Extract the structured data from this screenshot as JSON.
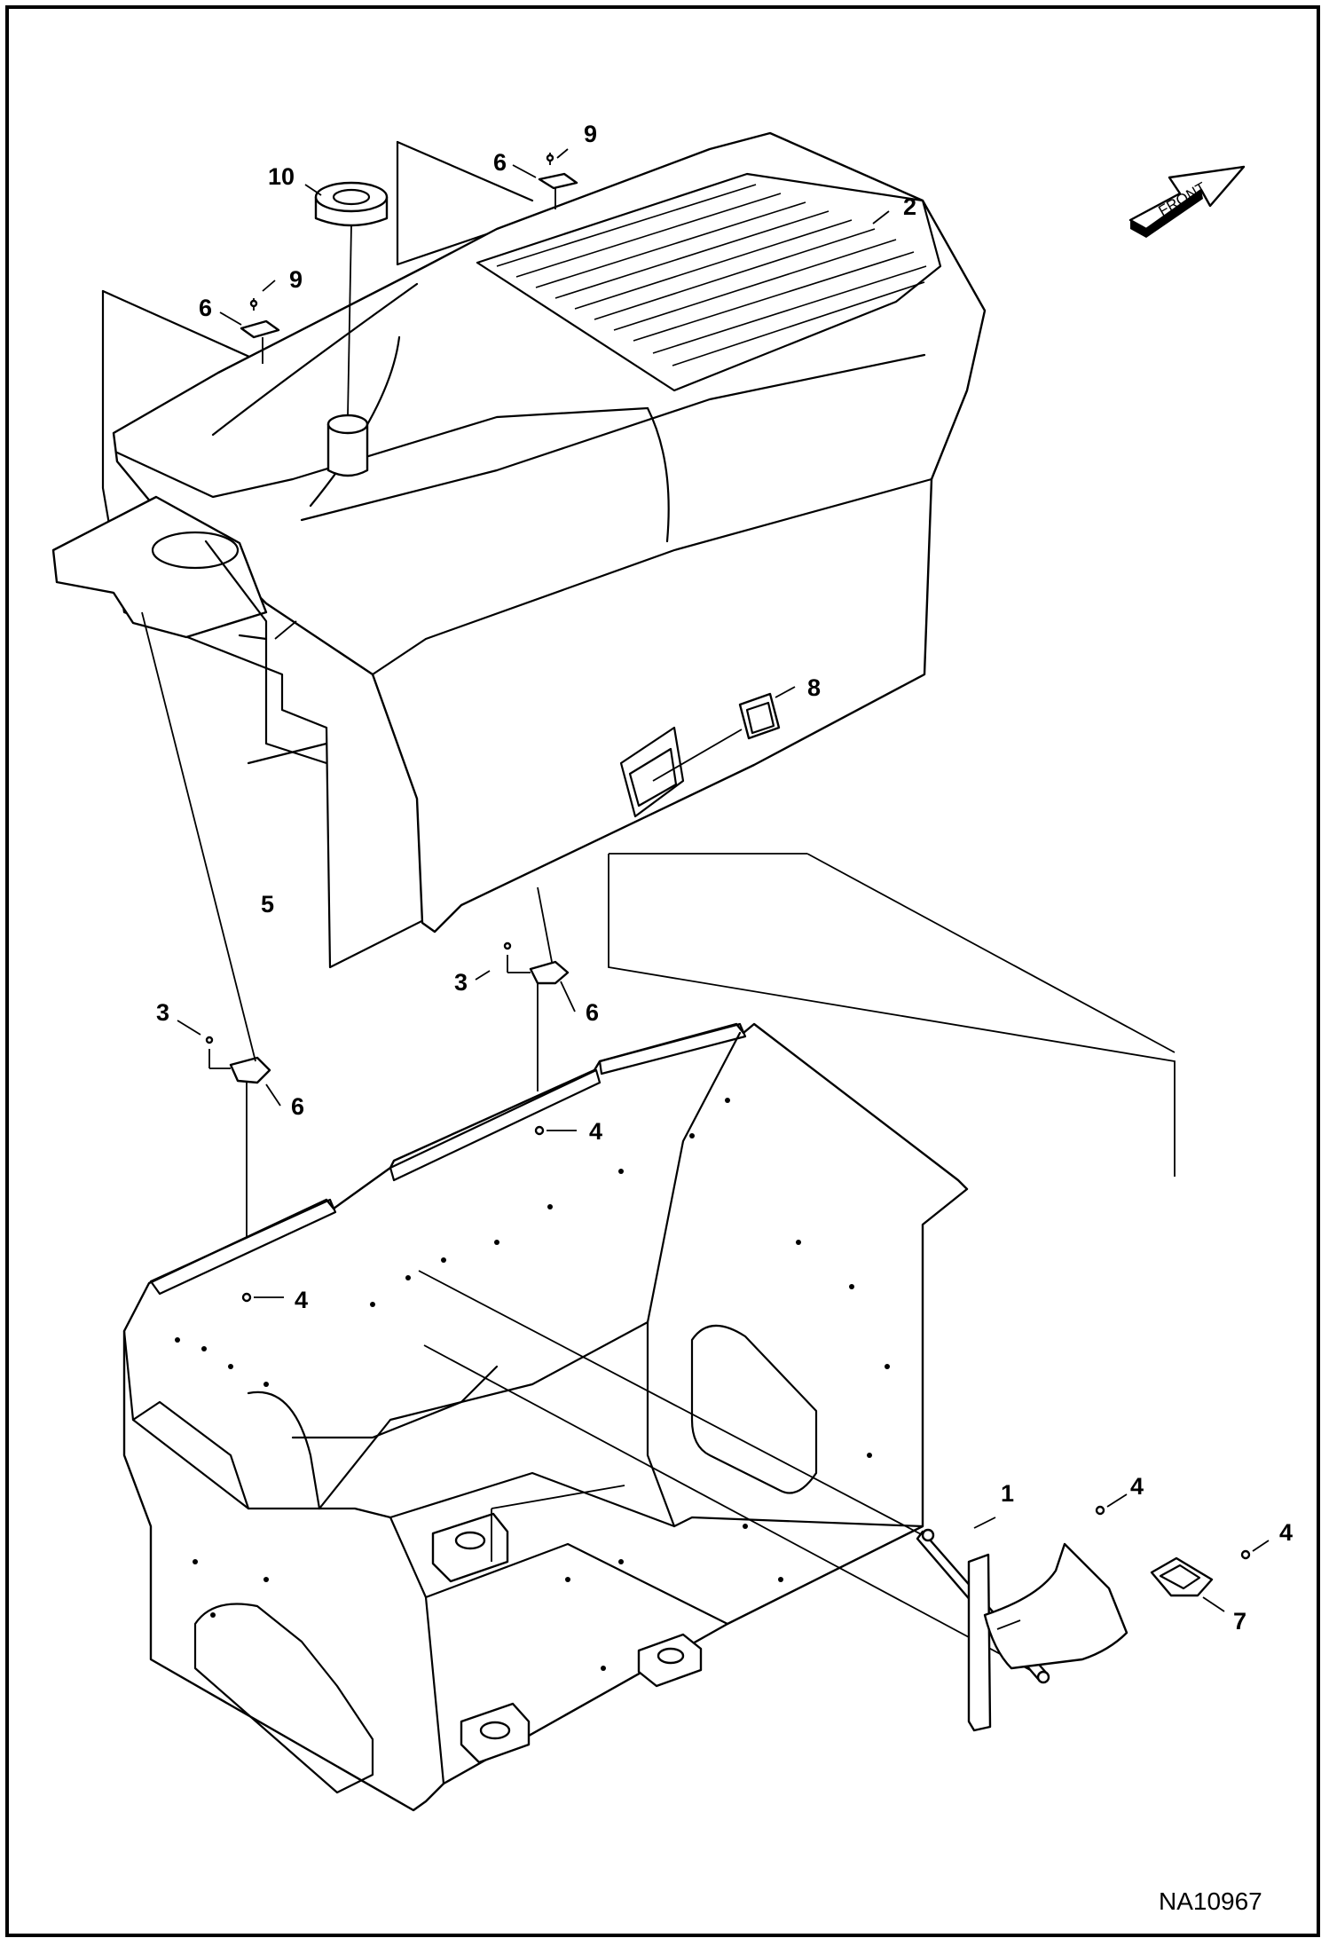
{
  "callouts": {
    "c1": "1",
    "c2": "2",
    "c3a": "3",
    "c3b": "3",
    "c4a": "4",
    "c4b": "4",
    "c4c": "4",
    "c4d": "4",
    "c5": "5",
    "c6a": "6",
    "c6b": "6",
    "c6c": "6",
    "c6d": "6",
    "c7": "7",
    "c8": "8",
    "c9a": "9",
    "c9b": "9",
    "c10": "10"
  },
  "front_label": "FRONT",
  "drawing_id": "NA10967"
}
